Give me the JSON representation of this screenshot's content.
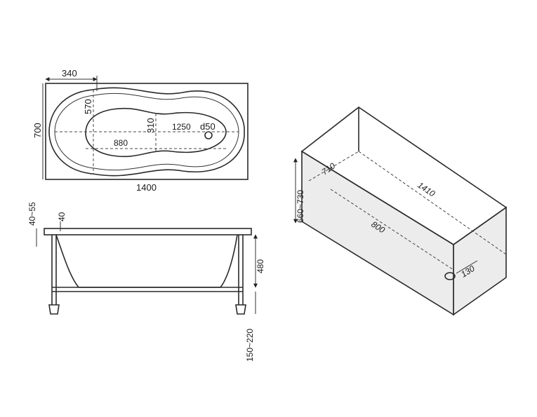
{
  "top_view": {
    "width_label": "340",
    "inner_length_label": "570",
    "total_width_label": "700",
    "mid_width_label": "310",
    "length_label": "1250",
    "drain_label": "d50",
    "inner_label": "880",
    "total_length_label": "1400"
  },
  "side_view": {
    "rim_height_label": "40~55",
    "rim_label": "40",
    "depth_label": "480",
    "legs_label": "150~220"
  },
  "iso_view": {
    "height_label": "660~730",
    "width_label": "710",
    "length_label": "1410",
    "inner_length_label": "800",
    "drain_offset_label": "130"
  },
  "colors": {
    "line": "#2a2a2a",
    "panel": "#ececec"
  }
}
